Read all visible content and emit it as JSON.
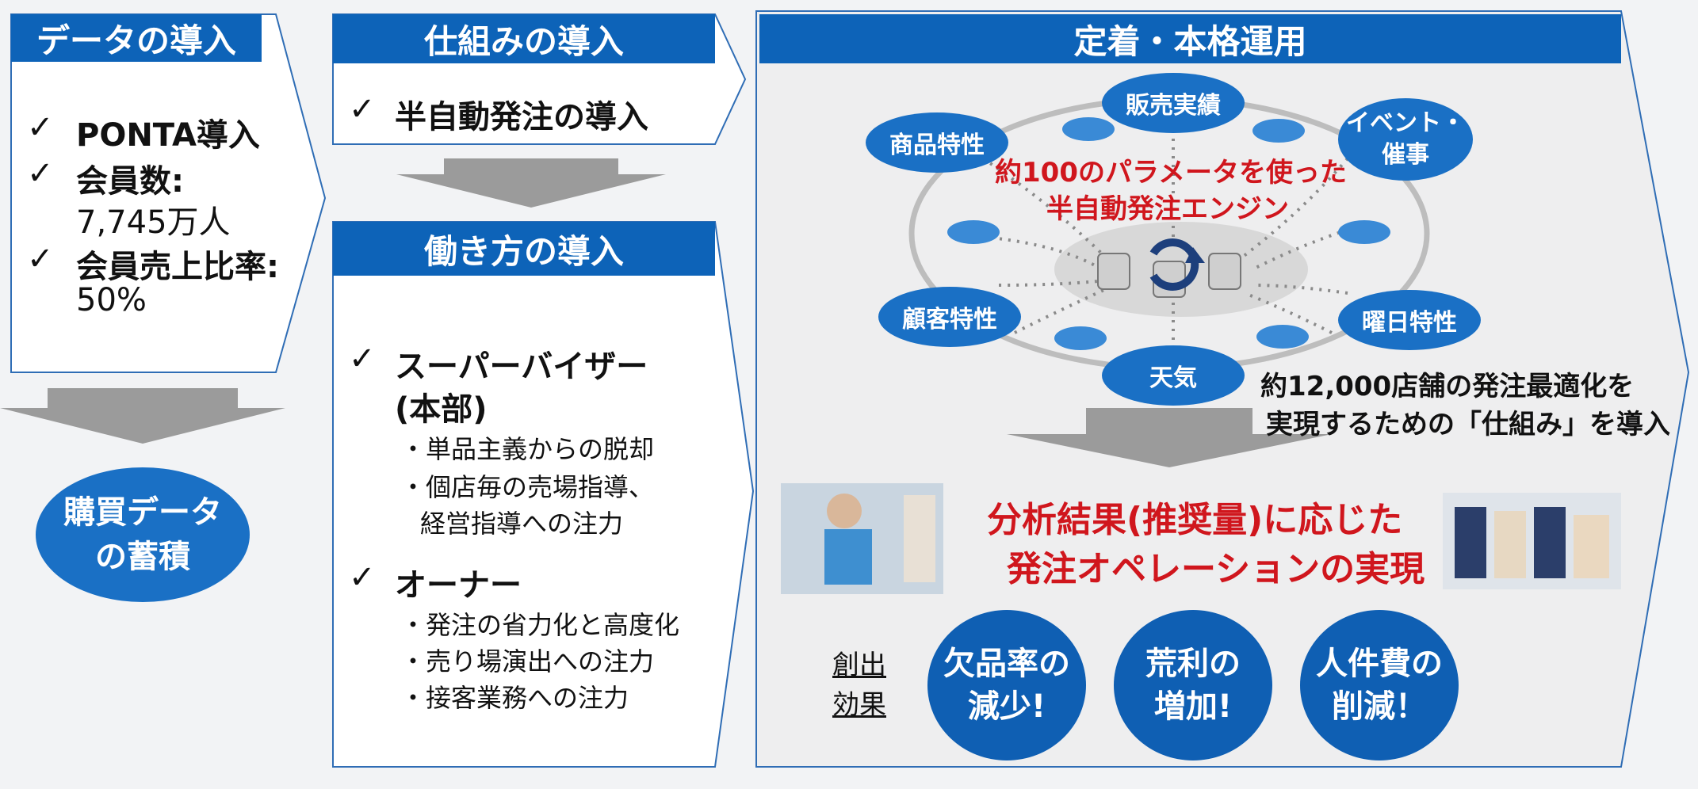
{
  "col1": {
    "header": "データの導入",
    "items": [
      {
        "check": "✓",
        "label": "PONTA導入"
      },
      {
        "check": "✓",
        "label": "会員数:"
      },
      {
        "value": "7,745万人"
      },
      {
        "check": "✓",
        "label": "会員売上比率:"
      },
      {
        "value": "50%"
      }
    ],
    "result": [
      "購買データ",
      "の蓄積"
    ]
  },
  "col2": {
    "header1": "仕組みの導入",
    "item1": {
      "check": "✓",
      "label": "半自動発注の導入"
    },
    "header2": "働き方の導入",
    "sv": {
      "check": "✓",
      "title": "スーパーバイザー",
      "subtitle": "(本部)",
      "points": [
        "・単品主義からの脱却",
        "・個店毎の売場指導、",
        "経営指導への注力"
      ]
    },
    "owner": {
      "check": "✓",
      "title": "オーナー",
      "points": [
        "・発注の省力化と高度化",
        "・売り場演出への注力",
        "・接客業務への注力"
      ]
    }
  },
  "col3": {
    "header": "定着・本格運用",
    "nodes": [
      "販売実績",
      "商品特性",
      "イベント・",
      "催事",
      "顧客特性",
      "曜日特性",
      "天気"
    ],
    "engine": [
      "約100のパラメータを使った",
      "半自動発注エンジン"
    ],
    "note": [
      "約12,000店舗の発注最適化を",
      "実現するための「仕組み」を導入"
    ],
    "operation": [
      "分析結果(推奨量)に応じた",
      "発注オペレーションの実現"
    ],
    "effect_label": [
      "創出",
      "効果"
    ],
    "effects": [
      [
        "欠品率の",
        "減少!"
      ],
      [
        "荒利の",
        "増加!"
      ],
      [
        "人件費の",
        "削減！"
      ]
    ]
  },
  "colors": {
    "blue": "#0d63b8",
    "red": "#d0161d",
    "gray_arrow": "#9b9b9b"
  }
}
